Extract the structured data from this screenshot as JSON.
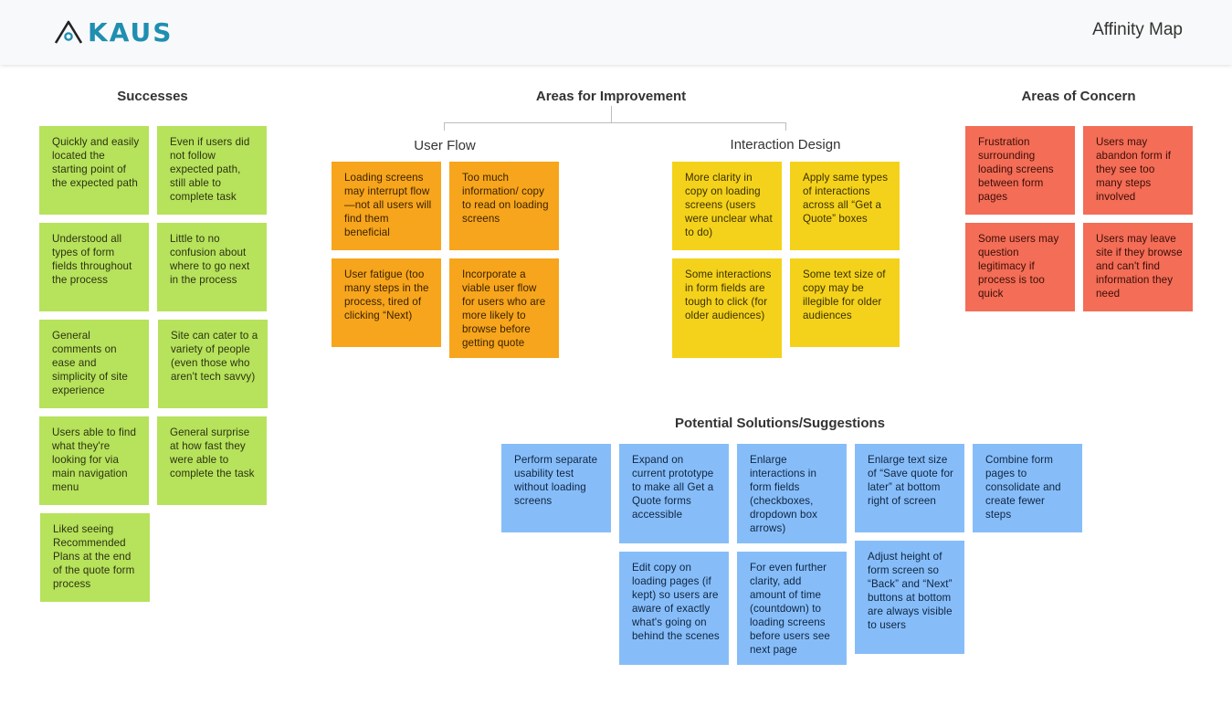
{
  "header": {
    "brand": "KAUS",
    "logo_icon": "mountain-eye-icon",
    "brand_color": "#1f8fb0",
    "title": "Affinity Map"
  },
  "successes": {
    "title": "Successes",
    "color": "#b7e25c",
    "notes": [
      "Quickly and easily located the starting point of the expected path",
      "Even if users did not follow expected path, still able to complete task",
      "Understood all types of form fields throughout the process",
      "Little to no confusion about where to go next in the process",
      "General comments on ease and simplicity of site experience",
      "Site can cater to a variety of people (even those who aren't tech savvy)",
      "Users able to find what they're looking for via main navigation menu",
      "General surprise at how fast they were able to complete the task",
      "Liked seeing Recommended Plans at the end of the quote form process"
    ]
  },
  "improvement": {
    "title": "Areas for Improvement",
    "user_flow": {
      "title": "User Flow",
      "color": "#f7a51c",
      "notes": [
        "Loading screens may interrupt flow—not all users will find them beneficial",
        "Too much information/ copy to read on loading screens",
        "User fatigue (too many steps in the process, tired of clicking “Next)",
        "Incorporate a viable user flow for users who are more likely to browse before getting quote"
      ]
    },
    "interaction_design": {
      "title": "Interaction Design",
      "color": "#f4d21b",
      "notes": [
        "More clarity in copy on loading screens (users were unclear what to do)",
        "Apply same types of interactions across all “Get a Quote” boxes",
        "Some interactions in form fields are tough to click (for older audiences)",
        "Some text size of copy may be illegible for older audiences"
      ]
    }
  },
  "concern": {
    "title": "Areas of Concern",
    "color": "#f36d57",
    "notes": [
      "Frustration surrounding loading screens between form pages",
      "Users may abandon form if they see too many steps involved",
      "Some users may question legitimacy if process is too quick",
      "Users may leave site if they browse and can't find information they need"
    ]
  },
  "solutions": {
    "title": "Potential Solutions/Suggestions",
    "color": "#86bdf9",
    "notes": [
      "Perform separate usability test without loading screens",
      "Expand on current prototype to make all Get a Quote forms accessible",
      "Enlarge interactions in form fields (checkboxes, dropdown box arrows)",
      "Enlarge text size of “Save quote for later” at bottom right of screen",
      "Combine form pages to consolidate and create fewer steps",
      "Edit copy on loading pages (if kept) so users are aware of exactly what's going on behind the scenes",
      "For even further clarity, add amount of time (countdown) to loading screens before users see next page",
      "Adjust height of form screen so “Back” and “Next” buttons at bottom are always visible to users"
    ]
  }
}
